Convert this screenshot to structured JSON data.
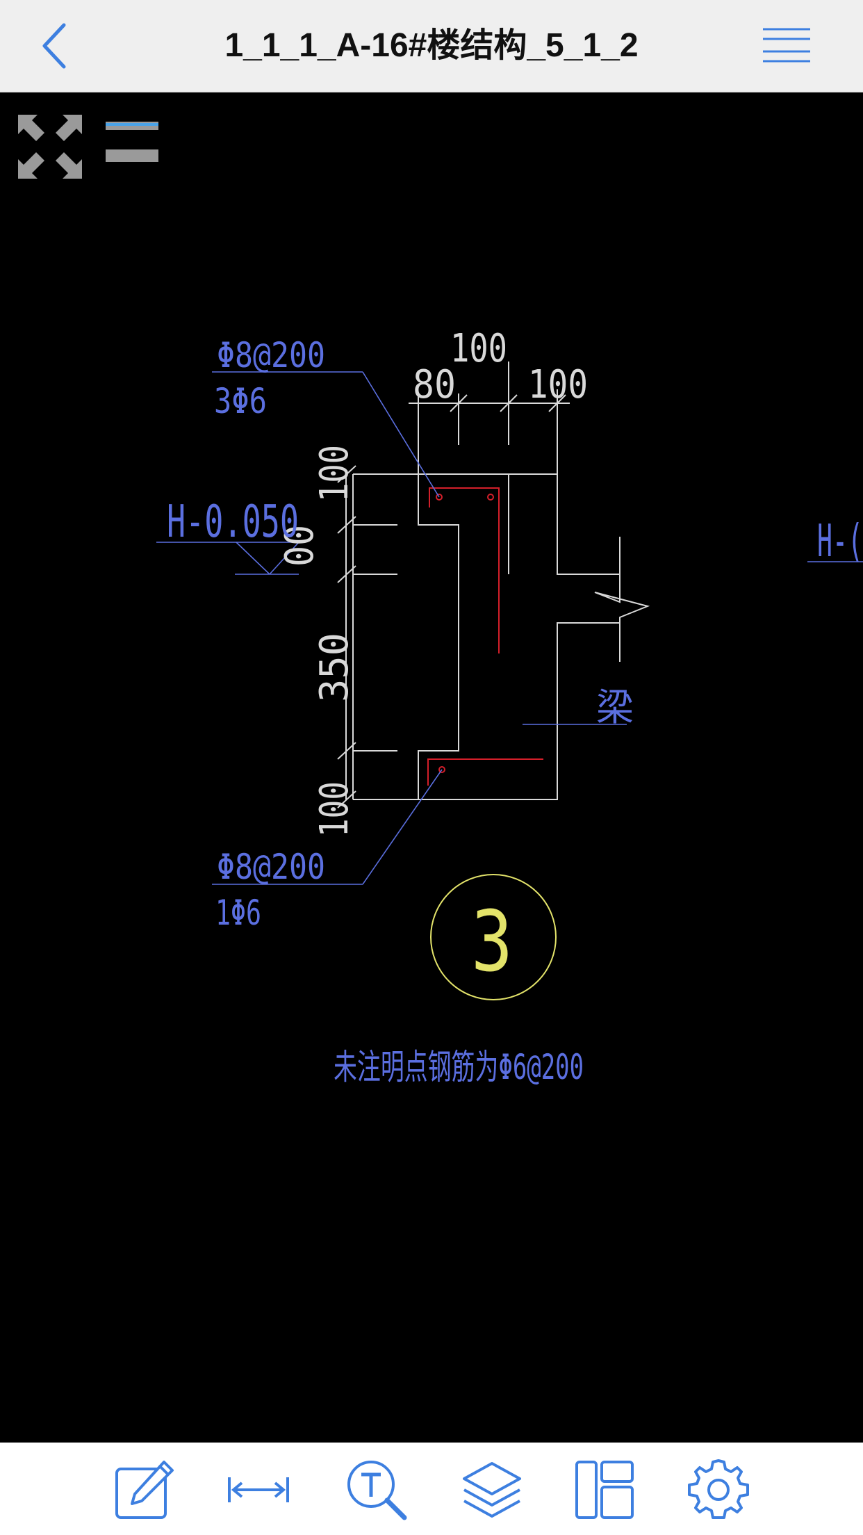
{
  "header": {
    "title": "1_1_1_A-16#楼结构_5_1_2",
    "back_icon": "chevron-left-icon",
    "menu_icon": "hamburger-menu-icon"
  },
  "canvas": {
    "tools": [
      "fullscreen-expand-icon",
      "layer-toggle-icon"
    ],
    "drawing": {
      "dim_top_100": "100",
      "dim_80": "80",
      "dim_right_100": "100",
      "dim_v_100_top": "100",
      "dim_v_00": "00",
      "dim_v_350": "350",
      "dim_v_100_bottom": "100",
      "elev_left": "H-0.050",
      "elev_right": "H-(",
      "rebar_top_1": "Φ8@200",
      "rebar_top_2": "3Φ6",
      "rebar_bot_1": "Φ8@200",
      "rebar_bot_2": "1Φ6",
      "beam_label": "梁",
      "detail_number": "3",
      "note": "未注明点钢筋为Φ6@200"
    },
    "colors": {
      "background": "#000000",
      "outline": "#d9d9d9",
      "annotation": "#5b6fe0",
      "rebar": "#d41f2a",
      "callout": "#e3e36a"
    }
  },
  "toolbar": {
    "accent": "#3d7fe0",
    "items": [
      {
        "name": "edit-icon"
      },
      {
        "name": "measure-icon"
      },
      {
        "name": "text-search-icon"
      },
      {
        "name": "layers-icon"
      },
      {
        "name": "layout-icon"
      },
      {
        "name": "settings-icon"
      }
    ]
  }
}
